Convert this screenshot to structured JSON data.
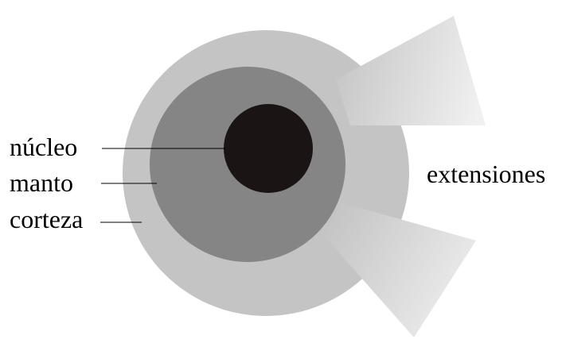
{
  "diagram": {
    "labels": {
      "nucleus": "núcleo",
      "mantle": "manto",
      "crust": "corteza",
      "extensions": "extensiones"
    },
    "colors": {
      "background": "#ffffff",
      "crust_fill": "#c4c4c4",
      "mantle_fill": "#858585",
      "nucleus_fill": "#1b1414",
      "extension_gradient_start": "#c6c6c6",
      "extension_gradient_end": "#f0f0f0",
      "leader_line": "#000000",
      "text": "#000000"
    }
  }
}
